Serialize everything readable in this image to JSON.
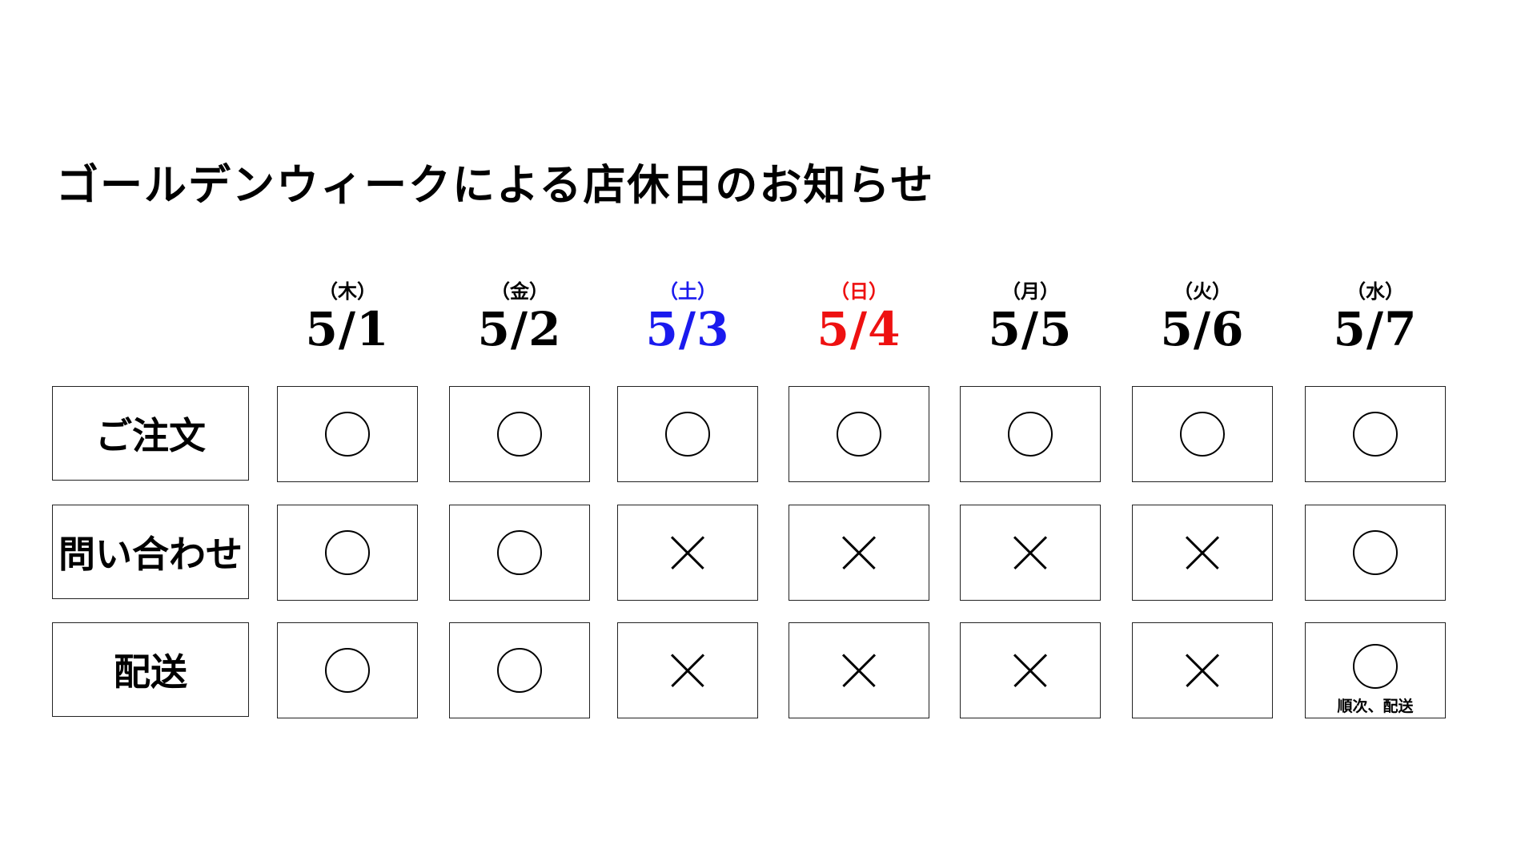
{
  "title": "ゴールデンウィークによる店休日のお知らせ",
  "colors": {
    "default": "#000000",
    "saturday": "#1a1aee",
    "sunday": "#ee1111"
  },
  "days": [
    {
      "weekday": "（木）",
      "date": "5/1",
      "color": "default"
    },
    {
      "weekday": "（金）",
      "date": "5/2",
      "color": "default"
    },
    {
      "weekday": "（土）",
      "date": "5/3",
      "color": "saturday"
    },
    {
      "weekday": "（日）",
      "date": "5/4",
      "color": "sunday"
    },
    {
      "weekday": "（月）",
      "date": "5/5",
      "color": "default"
    },
    {
      "weekday": "（火）",
      "date": "5/6",
      "color": "default"
    },
    {
      "weekday": "（水）",
      "date": "5/7",
      "color": "default"
    }
  ],
  "rows": [
    {
      "label": "ご注文",
      "marks": [
        "circle",
        "circle",
        "circle",
        "circle",
        "circle",
        "circle",
        "circle"
      ],
      "notes": [
        "",
        "",
        "",
        "",
        "",
        "",
        ""
      ]
    },
    {
      "label": "問い合わせ",
      "marks": [
        "circle",
        "circle",
        "cross",
        "cross",
        "cross",
        "cross",
        "circle"
      ],
      "notes": [
        "",
        "",
        "",
        "",
        "",
        "",
        ""
      ]
    },
    {
      "label": "配送",
      "marks": [
        "circle",
        "circle",
        "cross",
        "cross",
        "cross",
        "cross",
        "circle"
      ],
      "notes": [
        "",
        "",
        "",
        "",
        "",
        "",
        "順次、配送"
      ]
    }
  ]
}
